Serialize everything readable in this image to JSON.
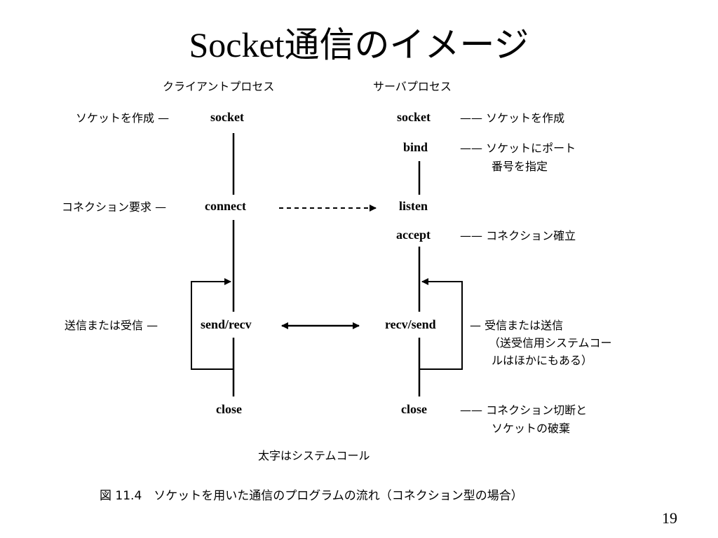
{
  "title": "Socket通信のイメージ",
  "client": {
    "header": "クライアントプロセス",
    "calls": {
      "socket": "socket",
      "connect": "connect",
      "send_recv": "send/recv",
      "close": "close"
    },
    "notes": {
      "socket": "ソケットを作成 —",
      "connect": "コネクション要求 —",
      "send_recv": "送信または受信 —"
    }
  },
  "server": {
    "header": "サーバプロセス",
    "calls": {
      "socket": "socket",
      "bind": "bind",
      "listen": "listen",
      "accept": "accept",
      "recv_send": "recv/send",
      "close": "close"
    },
    "notes": {
      "socket": "—— ソケットを作成",
      "bind_1": "—— ソケットにポート",
      "bind_2": "番号を指定",
      "accept": "—— コネクション確立",
      "recv_send_1": "— 受信または送信",
      "recv_send_2": "（送受信用システムコー",
      "recv_send_3": "ルはほかにもある）",
      "close_1": "—— コネクション切断と",
      "close_2": "ソケットの破棄"
    }
  },
  "legend": "太字はシステムコール",
  "caption": "図 11.4　ソケットを用いた通信のプログラムの流れ（コネクション型の場合）",
  "page_number": "19"
}
